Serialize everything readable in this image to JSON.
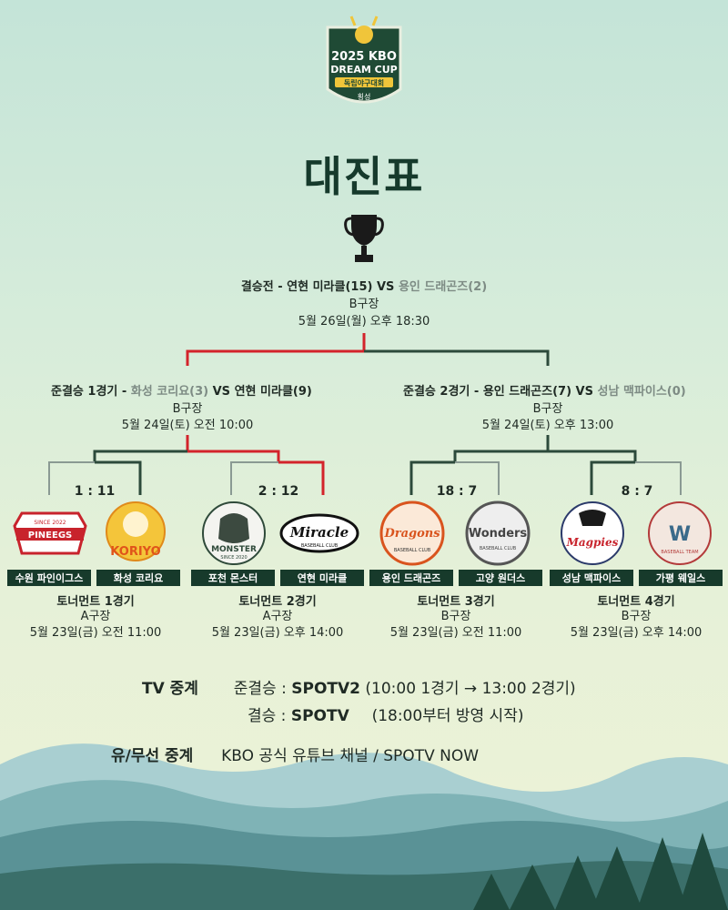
{
  "logo": {
    "line1": "2025 KBO",
    "line2": "DREAM CUP",
    "ribbon": "독립야구대회",
    "region": "횡성"
  },
  "title": "대진표",
  "final": {
    "label": "결승전 - 연현 미라클(15) VS",
    "loser": "용인 드래곤즈(2)",
    "venue": "B구장",
    "date": "5월 26일(월) 오후 18:30"
  },
  "semis": [
    {
      "prefix": "준결승 1경기 -",
      "loser": "화성 코리요(3)",
      "rest": "VS 연현 미라클(9)",
      "venue": "B구장",
      "date": "5월 24일(토) 오전 10:00"
    },
    {
      "prefix": "준결승 2경기 - 용인 드래곤즈(7) VS",
      "loser": "성남 맥파이스(0)",
      "rest": "",
      "venue": "B구장",
      "date": "5월 24일(토) 오후 13:00"
    }
  ],
  "games": [
    {
      "score": "1 : 11",
      "title": "토너먼트 1경기",
      "venue": "A구장",
      "date": "5월 23일(금) 오전 11:00",
      "teams": [
        {
          "name": "수원 파인이그스",
          "logo_text": "PINEEGS",
          "logo_sub": "SINCE 2022",
          "color": "#c8232c"
        },
        {
          "name": "화성 코리요",
          "logo_text": "KORIYO",
          "logo_sub": "",
          "color": "#f0b419"
        }
      ]
    },
    {
      "score": "2 : 12",
      "title": "토너먼트 2경기",
      "venue": "A구장",
      "date": "5월 23일(금) 오후 14:00",
      "teams": [
        {
          "name": "포천 몬스터",
          "logo_text": "MONSTER",
          "logo_sub": "SINCE 2020",
          "color": "#2f4a3a"
        },
        {
          "name": "연현 미라클",
          "logo_text": "Miracle",
          "logo_sub": "BASEBALL CLUB",
          "color": "#111111"
        }
      ]
    },
    {
      "score": "18 : 7",
      "title": "토너먼트 3경기",
      "venue": "B구장",
      "date": "5월 23일(금) 오전 11:00",
      "teams": [
        {
          "name": "용인 드래곤즈",
          "logo_text": "Dragons",
          "logo_sub": "BASEBALL CLUB",
          "color": "#d9541e"
        },
        {
          "name": "고양 원더스",
          "logo_text": "Wonders",
          "logo_sub": "BASEBALL CLUB",
          "color": "#555555"
        }
      ]
    },
    {
      "score": "8 : 7",
      "title": "토너먼트 4경기",
      "venue": "B구장",
      "date": "5월 23일(금) 오후 14:00",
      "teams": [
        {
          "name": "성남 맥파이스",
          "logo_text": "Magpies",
          "logo_sub": "",
          "color": "#c8232c"
        },
        {
          "name": "가평 웨일스",
          "logo_text": "W",
          "logo_sub": "BASEBALL TEAM",
          "color": "#b33a3a"
        }
      ]
    }
  ],
  "broadcast": {
    "tv_label": "TV 중계",
    "semi_label": "준결승 :",
    "semi_channel": "SPOTV2",
    "semi_detail": "(10:00 1경기 → 13:00 2경기)",
    "final_label": "결승 :",
    "final_channel": "SPOTV",
    "final_detail": "(18:00부터 방영 시작)",
    "online_label": "유/무선 중계",
    "online_detail": "KBO 공식 유튜브 채널 / SPOTV NOW"
  },
  "colors": {
    "winner_line": "#d3232b",
    "bracket_line": "#2c4a3b",
    "loser_line": "#8a9a93",
    "dark_green": "#173a2b"
  }
}
